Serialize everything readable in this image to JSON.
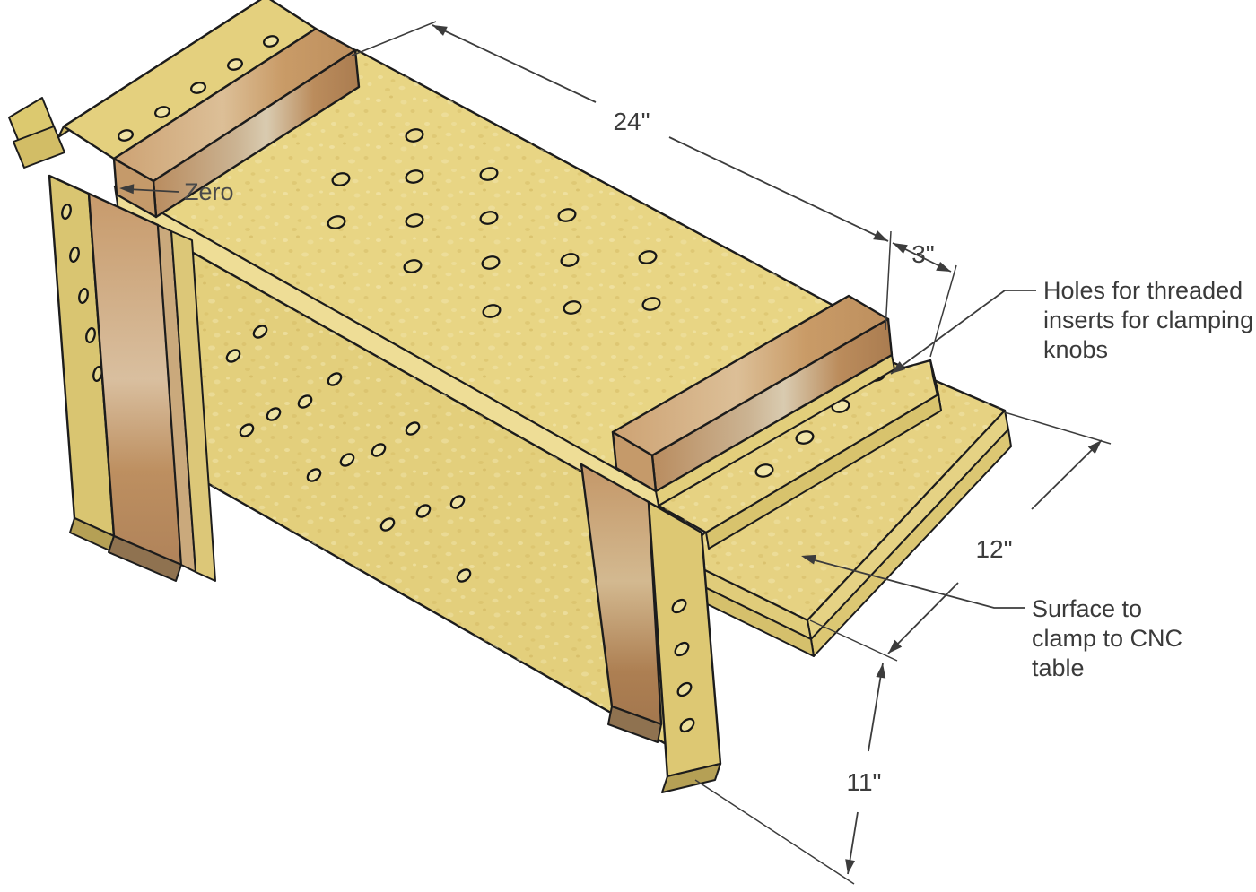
{
  "diagram": {
    "title": "CNC clamping jig drawing",
    "labels": {
      "zero": "Zero",
      "holes_note": [
        "Holes for threaded",
        "inserts for clamping",
        "knobs"
      ],
      "surface_note": [
        "Surface to",
        "clamp to CNC",
        "table"
      ]
    },
    "dimensions": {
      "length": "24\"",
      "wing_offset": "3\"",
      "base_width": "12\"",
      "height": "11\""
    },
    "colors": {
      "board_face": "#e8d584",
      "board_front": "#e3cf7c",
      "board_edge": "#d8c36d",
      "wood_light": "#d9bb92",
      "wood_mid": "#c49a6c",
      "wood_dark": "#a87f55",
      "outline": "#1c1c1c",
      "annotation": "#3c3c3c"
    }
  }
}
